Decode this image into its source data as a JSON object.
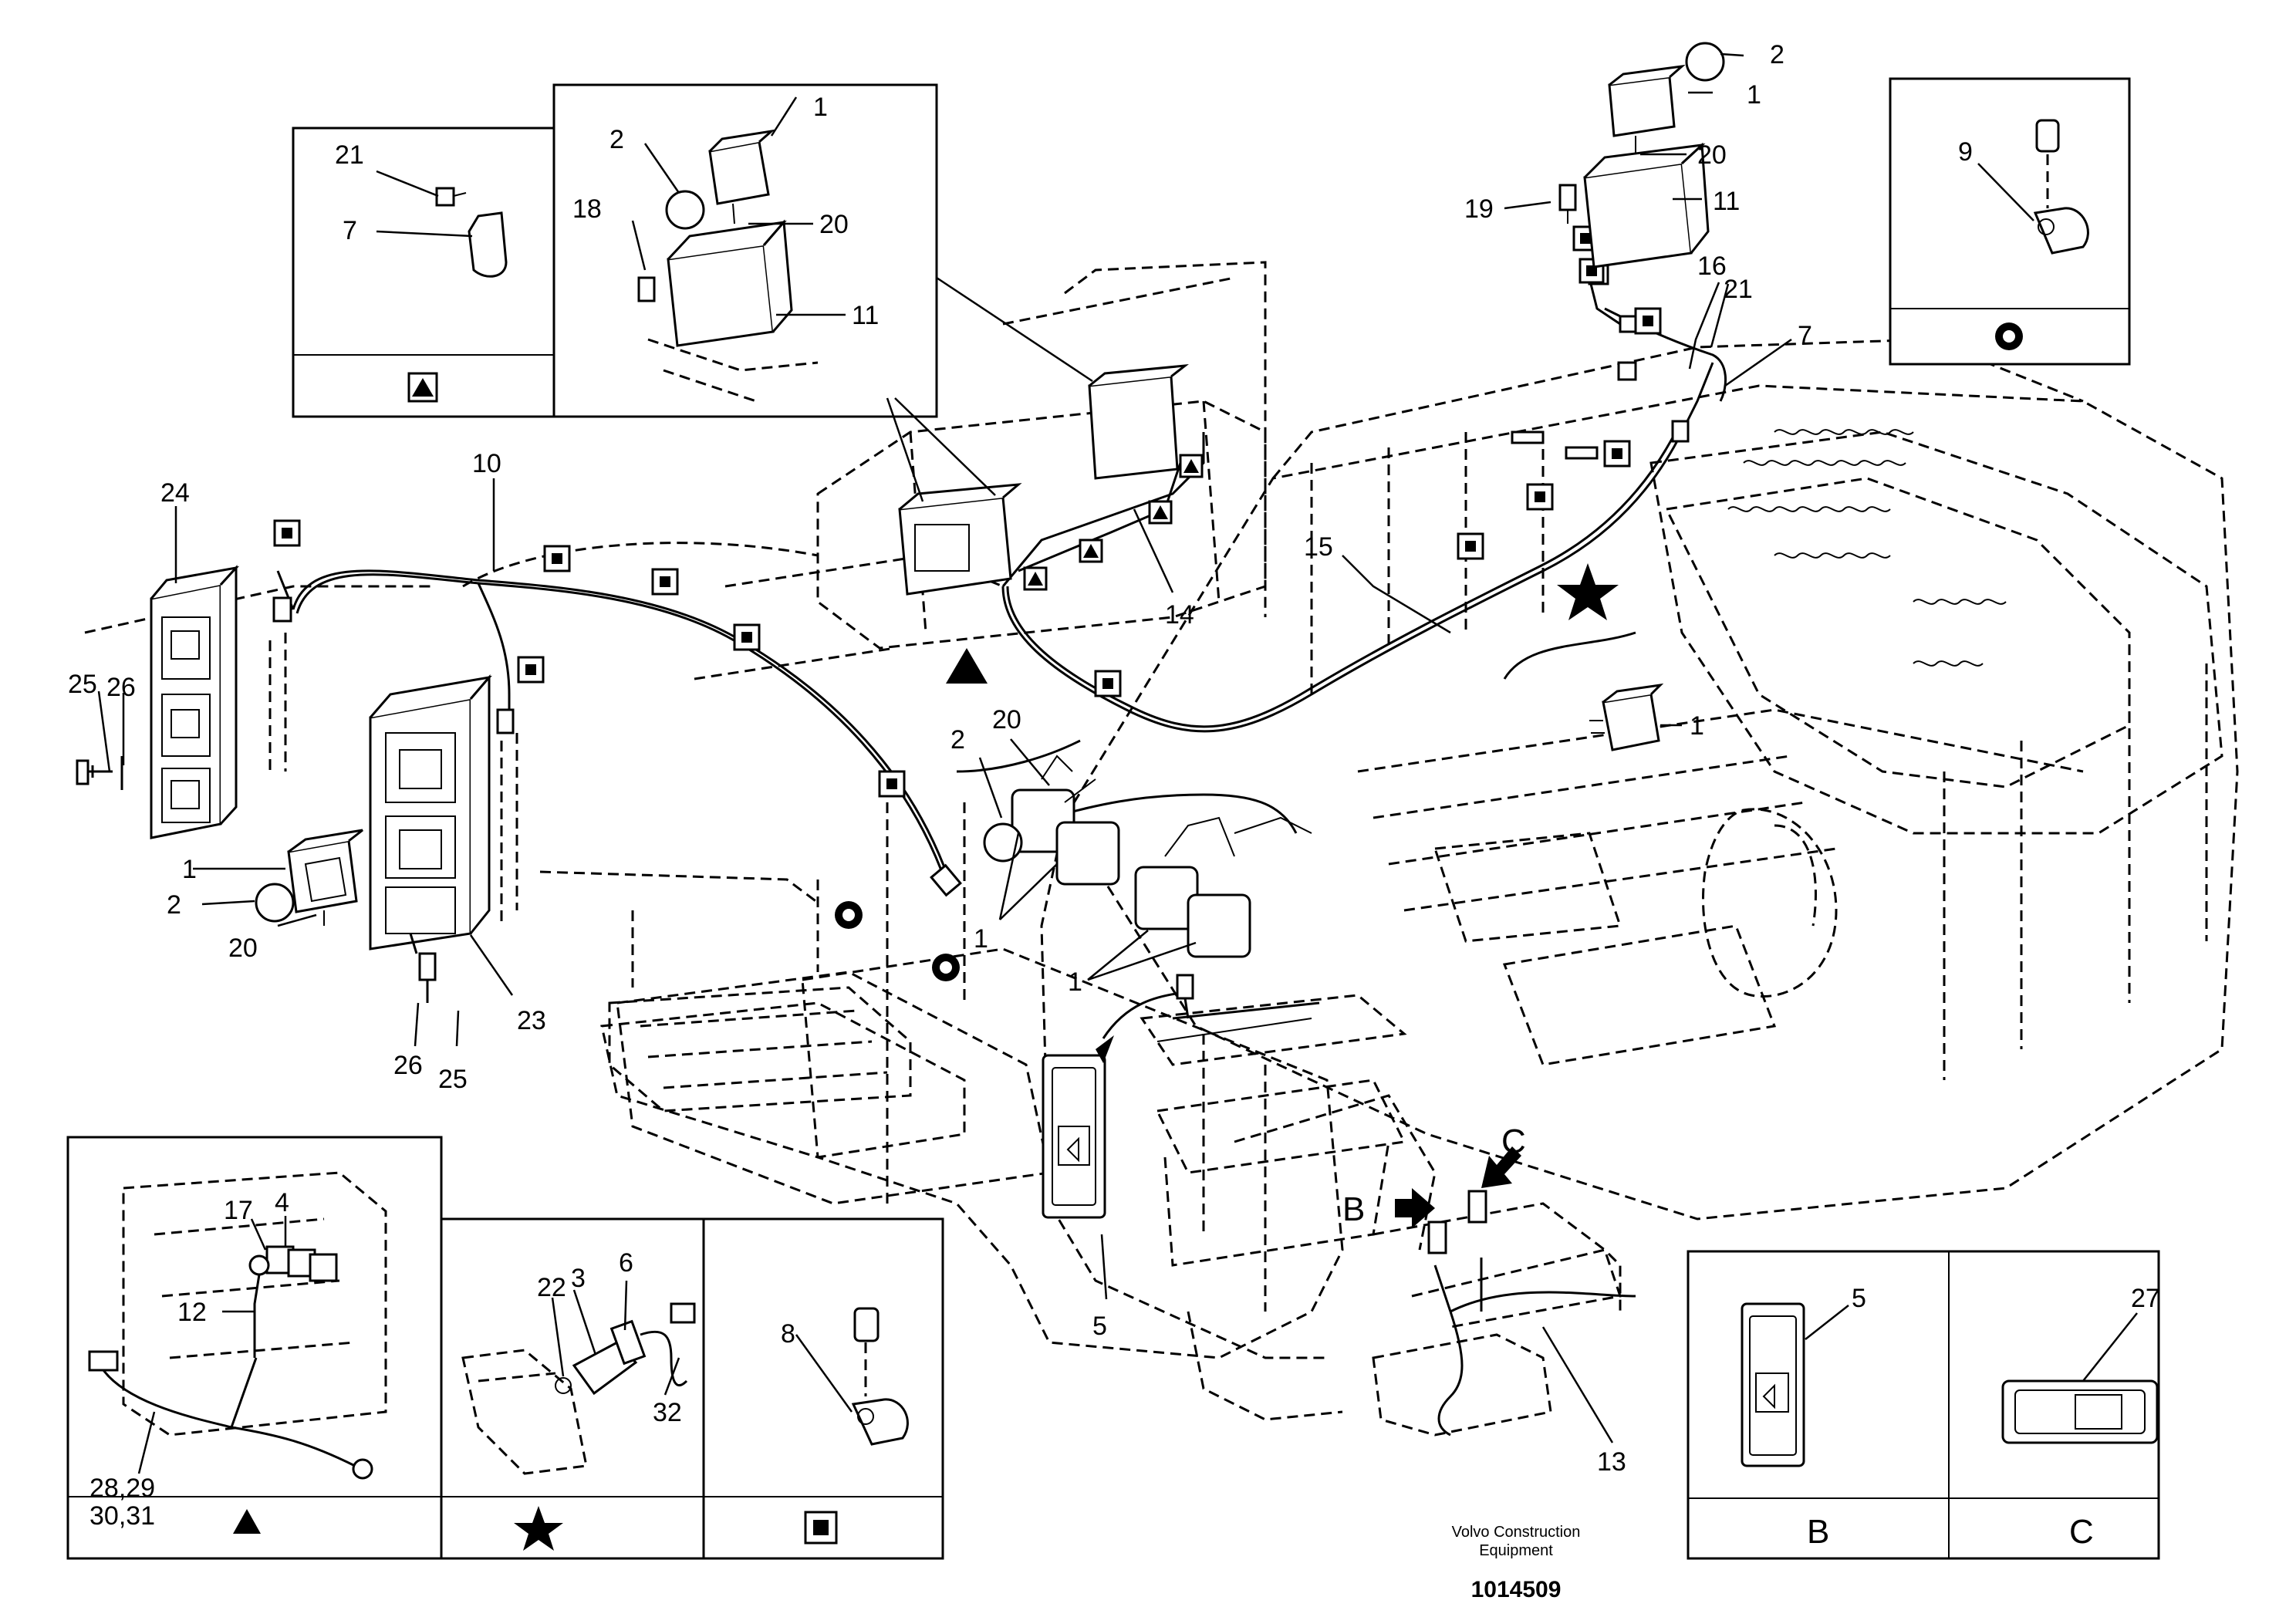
{
  "drawing": {
    "publisher_line1": "Volvo Construction",
    "publisher_line2": "Equipment",
    "part_number": "1014509"
  },
  "callouts": {
    "n1": "1",
    "n2": "2",
    "n3": "3",
    "n4": "4",
    "n5": "5",
    "n6": "6",
    "n7": "7",
    "n8": "8",
    "n9": "9",
    "n10": "10",
    "n11": "11",
    "n12": "12",
    "n13": "13",
    "n14": "14",
    "n15": "15",
    "n16": "16",
    "n17": "17",
    "n18": "18",
    "n19": "19",
    "n20": "20",
    "n21": "21",
    "n22": "22",
    "n23": "23",
    "n24": "24",
    "n25": "25",
    "n26": "26",
    "n27": "27",
    "n32": "32",
    "n28_29": "28,29",
    "n30_31": "30,31"
  },
  "view_letters": {
    "b": "B",
    "c": "C"
  },
  "detail_panels": {
    "top_left_symbol": "triangle",
    "top_right_symbol": "circle",
    "bottom_left_symbols": [
      "triangle",
      "star",
      "square"
    ],
    "bottom_right_labels": [
      "B",
      "C"
    ]
  }
}
